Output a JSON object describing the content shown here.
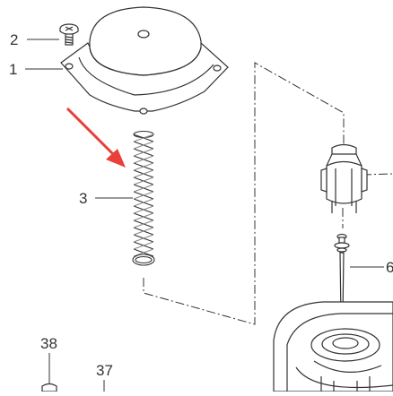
{
  "diagram": {
    "callouts": [
      {
        "id": "1",
        "label": "1"
      },
      {
        "id": "2",
        "label": "2"
      },
      {
        "id": "3",
        "label": "3"
      },
      {
        "id": "6",
        "label": "6"
      },
      {
        "id": "37",
        "label": "37"
      },
      {
        "id": "38",
        "label": "38"
      }
    ],
    "colors": {
      "line": "#333333",
      "arrow": "#e8413a",
      "background": "#ffffff"
    },
    "icons": {
      "pointer": "red-arrow"
    }
  }
}
